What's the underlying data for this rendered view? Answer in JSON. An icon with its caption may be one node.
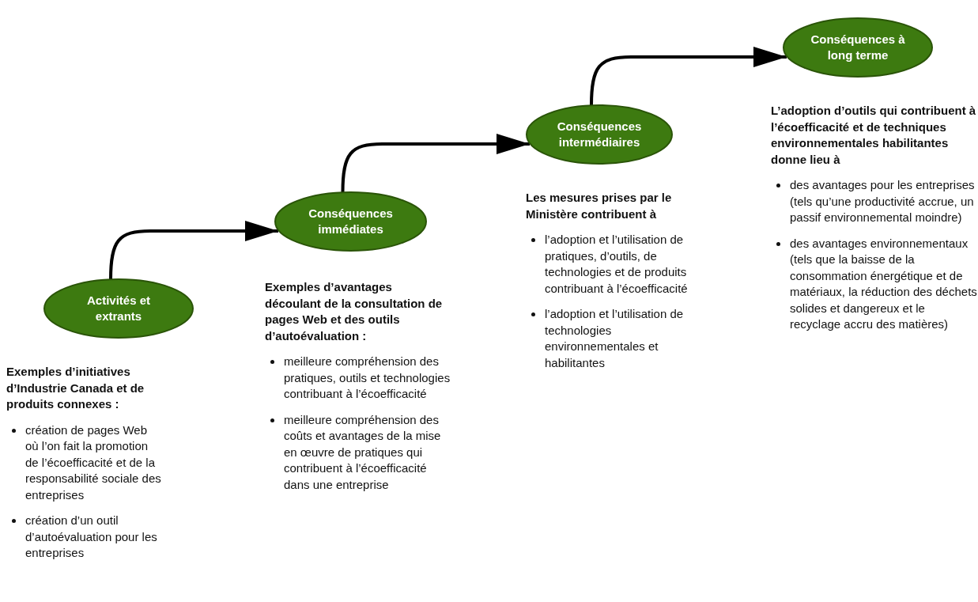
{
  "diagram": {
    "nodes": [
      {
        "text": [
          "Activités et extrants"
        ],
        "beside": [
          "Exemples d’initiatives d’Industrie Canada et de produits connexes :",
          "création de pages Web où l’on fait la promotion de l’écoefficacité et de la responsabilité sociale des entreprises",
          "création d’un outil d’autoévaluation pour les entreprises"
        ]
      },
      {
        "text": [
          "Conséquences immédiates"
        ],
        "beside": [
          "Exemples d’avantages découlant de la consultation de pages Web et des outils d’autoévaluation :",
          "meilleure compréhension des pratiques, outils et technologies contribuant à l’écoefficacité",
          "meilleure compréhension des coûts et avantages de la mise en œuvre de pratiques qui contribuent à l’écoefficacité dans une entreprise"
        ]
      },
      {
        "text": [
          "Conséquences intermédiaires"
        ],
        "beside": [
          "Les mesures prises par le Ministère contribuent à",
          "l’adoption et l’utilisation de pratiques, d’outils, de technologies et de produits contribuant à l’écoefficacité",
          "l’adoption et l’utilisation de technologies environnementales et habilitantes"
        ]
      },
      {
        "text": [
          "Conséquences à long terme"
        ],
        "beside": [
          "L’adoption d’outils qui contribuent à l’écoefficacité et de techniques environnementales habilitantes donne lieu à",
          "des avantages pour les entreprises (tels qu’une productivité accrue, un passif environnemental moindre)",
          "des avantages environnementaux (tels que la baisse de la consommation énergétique et de matériaux, la réduction des déchets solides et dangereux et le recyclage accru des matières)"
        ]
      }
    ],
    "edges": [
      {
        "from": 0,
        "to": 1,
        "arrow": "to"
      },
      {
        "from": 1,
        "to": 2,
        "arrow": "to"
      },
      {
        "from": 2,
        "to": 3,
        "arrow": "to"
      }
    ]
  }
}
